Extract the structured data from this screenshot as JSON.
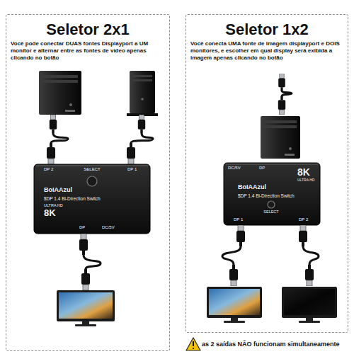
{
  "diagram": {
    "nodes": [
      {
        "text": [
          "Seletor 2x1",
          "Você pode conectar DUAS fontes Displayport a UM monitor e alternar entre as fontes de vídeo apenas clicando no botão"
        ]
      },
      {
        "text": [
          "DP 2",
          "SELECT",
          "DP 1",
          "BoIAAzul",
          "$DP 1.4 Bi-Direction Switch",
          "ULTRA HD",
          "8K",
          "DP",
          "DC/5V"
        ],
        "in": 0
      },
      {
        "text": [
          "Seletor 1x2",
          "Você conecta UMA fonte de imagem displayport e DOIS monitores, e escolher em qual display será exibida a imagem apenas clicando no botão"
        ]
      },
      {
        "text": [
          "DC/5V",
          "DP",
          "8K",
          "ULTRA HD",
          "BoIAAzul",
          "$DP 1.4 Bi-Direction Switch",
          "SELECT",
          "DP 1",
          "DP 2"
        ],
        "in": 2
      }
    ],
    "labels": [
      "as 2 saídas NÃO funcionam simultaneamente"
    ]
  }
}
